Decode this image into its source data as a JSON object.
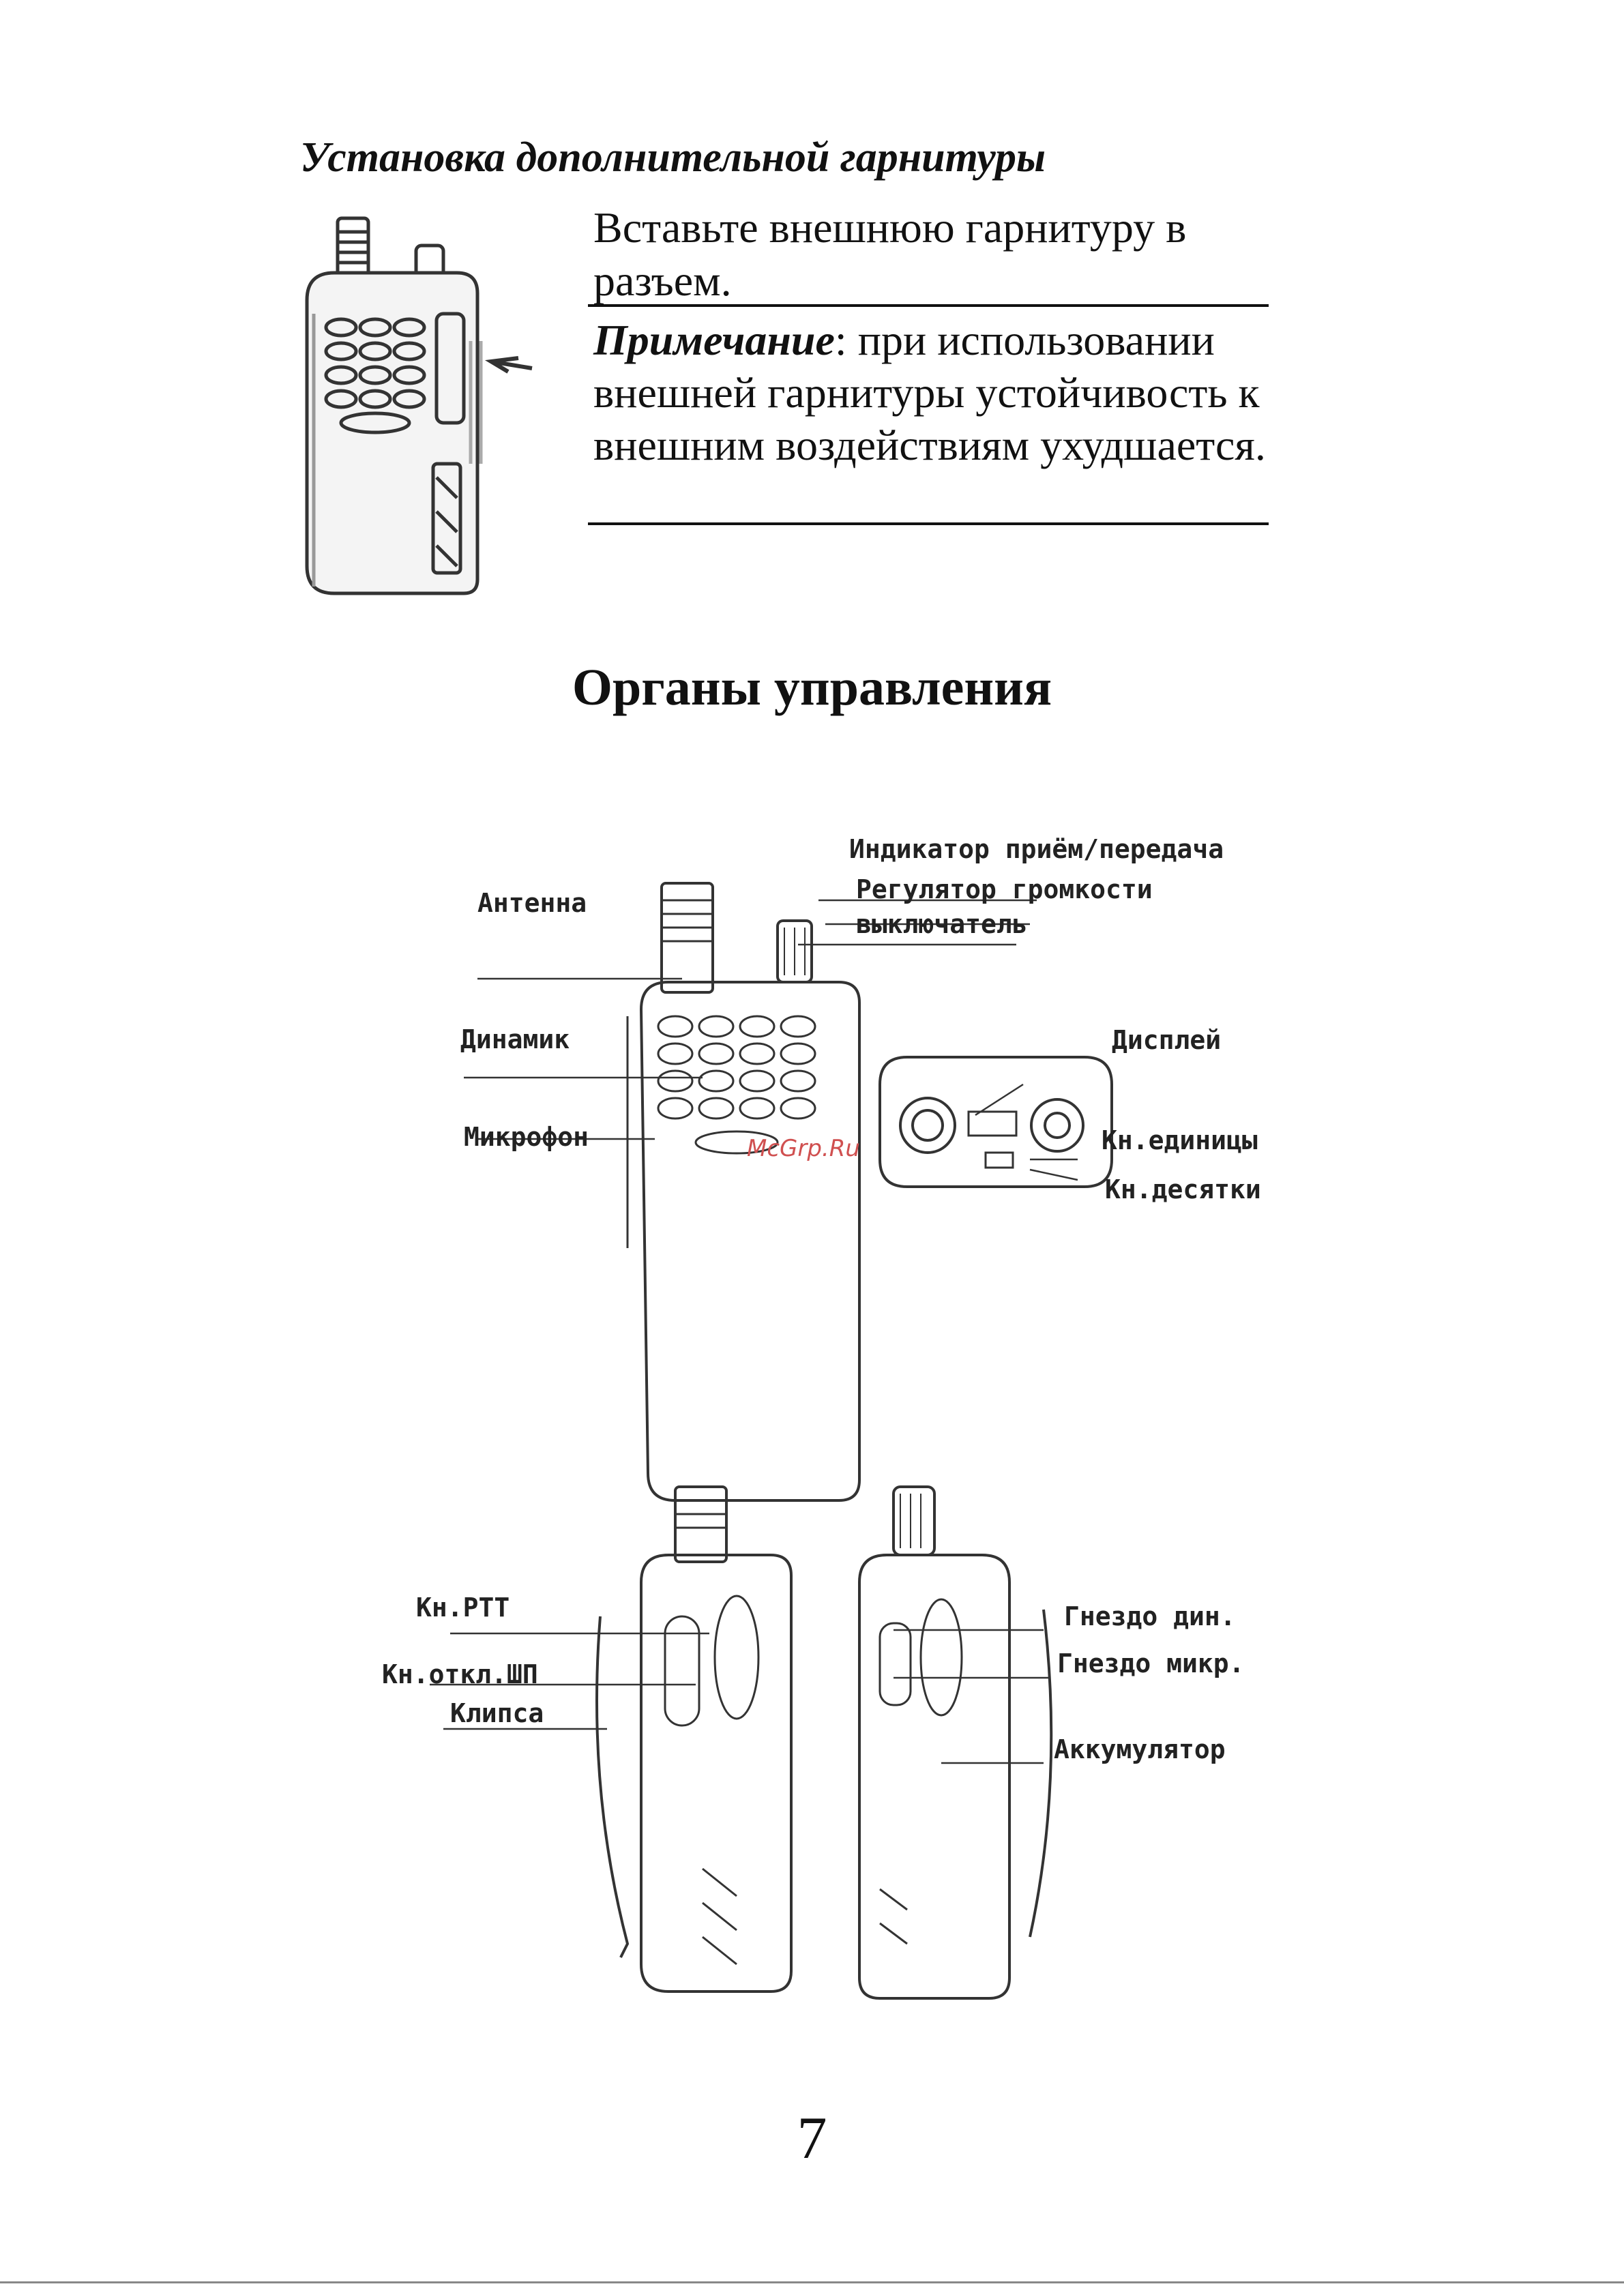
{
  "headset": {
    "title": "Установка дополнительной гарнитуры",
    "instruction": "Вставьте внешнюю гарнитуру в разъем.",
    "note_label": "Примечание",
    "note_text": ": при использовании внешней гарнитуры устойчивость к внешним воздействиям ухудша­ется."
  },
  "controls": {
    "title": "Органы управления",
    "labels": {
      "indicator": "Индикатор приём/передача",
      "volume": "Регулятор громкости",
      "switch": "выключатель",
      "antenna": "Антенна",
      "speaker": "Динамик",
      "display": "Дисплей",
      "microphone": "Микрофон",
      "units_btn": "Кн.единицы",
      "tens_btn": "Кн.десятки",
      "ptt": "Кн.PTT",
      "squelch": "Кн.откл.ШП",
      "clip": "Клипса",
      "spk_jack": "Гнездо дин.",
      "mic_jack": "Гнездо микр.",
      "battery": "Аккумулятор"
    },
    "watermark": "McGrp.Ru"
  },
  "page_number": "7"
}
